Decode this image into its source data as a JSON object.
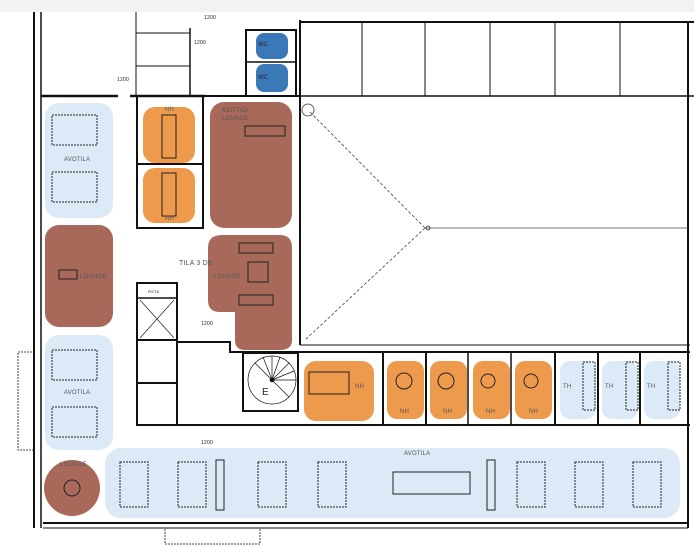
{
  "plan": {
    "labels": {
      "avotila": "AVOTILA",
      "nh": "NH",
      "th": "TH",
      "lounge": "LOUNGE",
      "kitchen_lounge_line1": "KEITTIÖ/",
      "kitchen_lounge_line2": "LOUNGE",
      "wc": "WC",
      "space_name": "TILA 3 DE",
      "storage": "RSTK.",
      "elevator_stair": "E",
      "door_width": "1200"
    },
    "colors": {
      "open_space": "#dce9f6",
      "meeting_room": "#ee9a4d",
      "lounge": "#a8695a",
      "wc": "#3b78b8",
      "wall": "#111111"
    }
  }
}
